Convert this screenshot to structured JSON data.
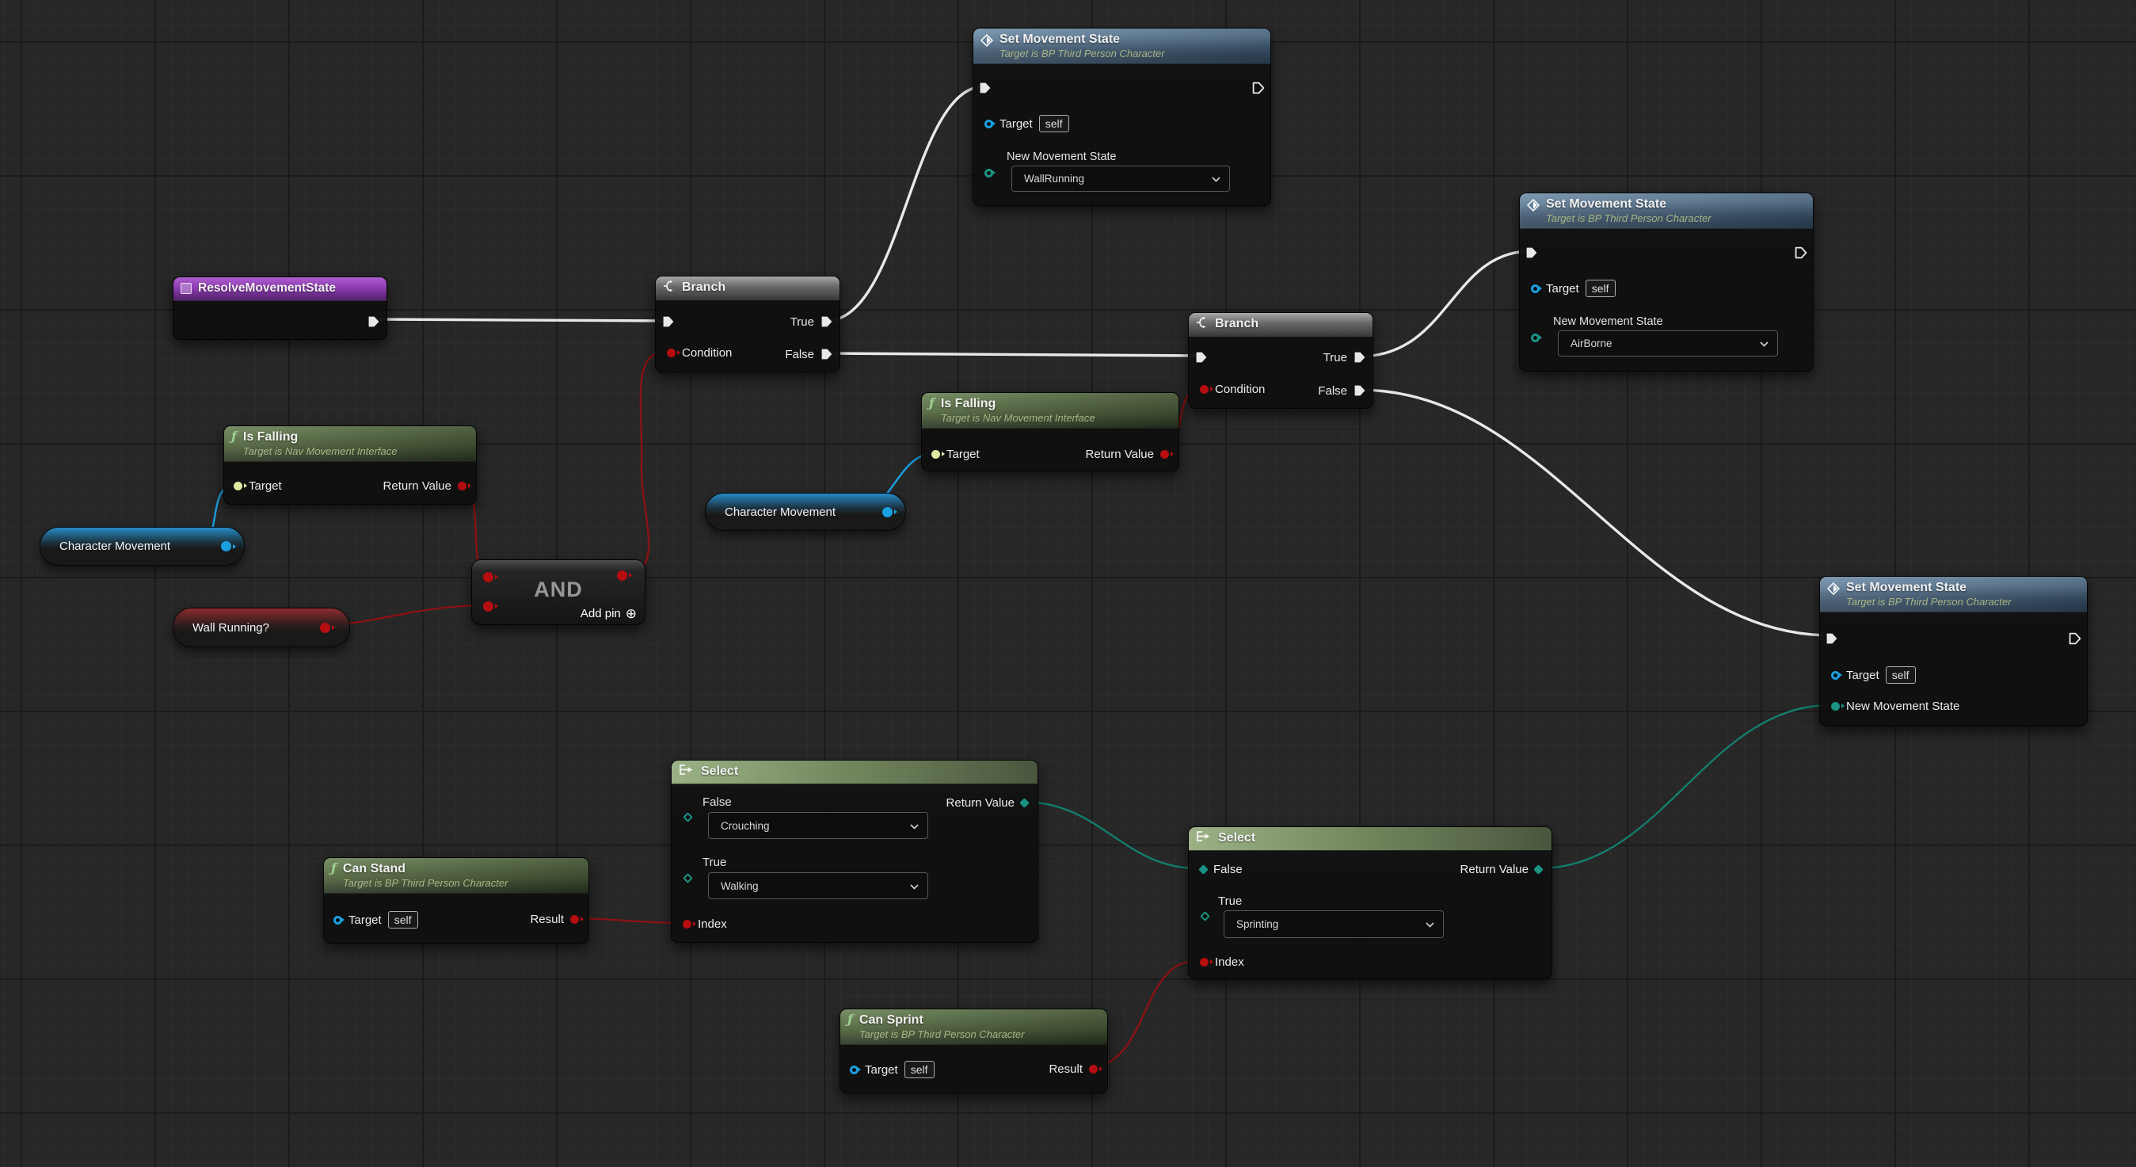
{
  "canvas": {
    "bg": "#272727",
    "grid_minor": "#2d2d2d",
    "grid_major": "#1b1b1b"
  },
  "colors": {
    "exec": "#e8e8e8",
    "bool_wire": "#8e1113",
    "bool_pin": "#b50d10",
    "object": "#1a9fe0",
    "enum_wire": "#12806f",
    "enum_pin": "#1b9283",
    "interface_pin": "#dfe9a2"
  },
  "icons": {
    "function": "ƒ",
    "add_pin": "⊕"
  },
  "nodes": {
    "sms1": {
      "title": "Set Movement State",
      "subtitle": "Target is BP Third Person Character",
      "target_label": "Target",
      "target_value": "self",
      "param_label": "New Movement State",
      "param_value": "WallRunning"
    },
    "sms2": {
      "title": "Set Movement State",
      "subtitle": "Target is BP Third Person Character",
      "target_label": "Target",
      "target_value": "self",
      "param_label": "New Movement State",
      "param_value": "AirBorne"
    },
    "sms3": {
      "title": "Set Movement State",
      "subtitle": "Target is BP Third Person Character",
      "target_label": "Target",
      "target_value": "self",
      "param_label": "New Movement State"
    },
    "resolve": {
      "title": "ResolveMovementState"
    },
    "branch1": {
      "title": "Branch",
      "condition_label": "Condition",
      "true_label": "True",
      "false_label": "False"
    },
    "branch2": {
      "title": "Branch",
      "condition_label": "Condition",
      "true_label": "True",
      "false_label": "False"
    },
    "is_falling_1": {
      "title": "Is Falling",
      "subtitle": "Target is Nav Movement Interface",
      "target_label": "Target",
      "return_label": "Return Value"
    },
    "is_falling_2": {
      "title": "Is Falling",
      "subtitle": "Target is Nav Movement Interface",
      "target_label": "Target",
      "return_label": "Return Value"
    },
    "char_movement_1": {
      "label": "Character Movement"
    },
    "char_movement_2": {
      "label": "Character Movement"
    },
    "wall_running": {
      "label": "Wall Running?"
    },
    "and_gate": {
      "title": "AND",
      "add_pin_label": "Add pin"
    },
    "select1": {
      "title": "Select",
      "false_label": "False",
      "false_value": "Crouching",
      "true_label": "True",
      "true_value": "Walking",
      "index_label": "Index",
      "return_label": "Return Value"
    },
    "select2": {
      "title": "Select",
      "false_label": "False",
      "true_label": "True",
      "true_value": "Sprinting",
      "index_label": "Index",
      "return_label": "Return Value"
    },
    "can_stand": {
      "title": "Can Stand",
      "subtitle": "Target is BP Third Person Character",
      "target_label": "Target",
      "target_value": "self",
      "result_label": "Result"
    },
    "can_sprint": {
      "title": "Can Sprint",
      "subtitle": "Target is BP Third Person Character",
      "target_label": "Target",
      "target_value": "self",
      "result_label": "Result"
    }
  }
}
